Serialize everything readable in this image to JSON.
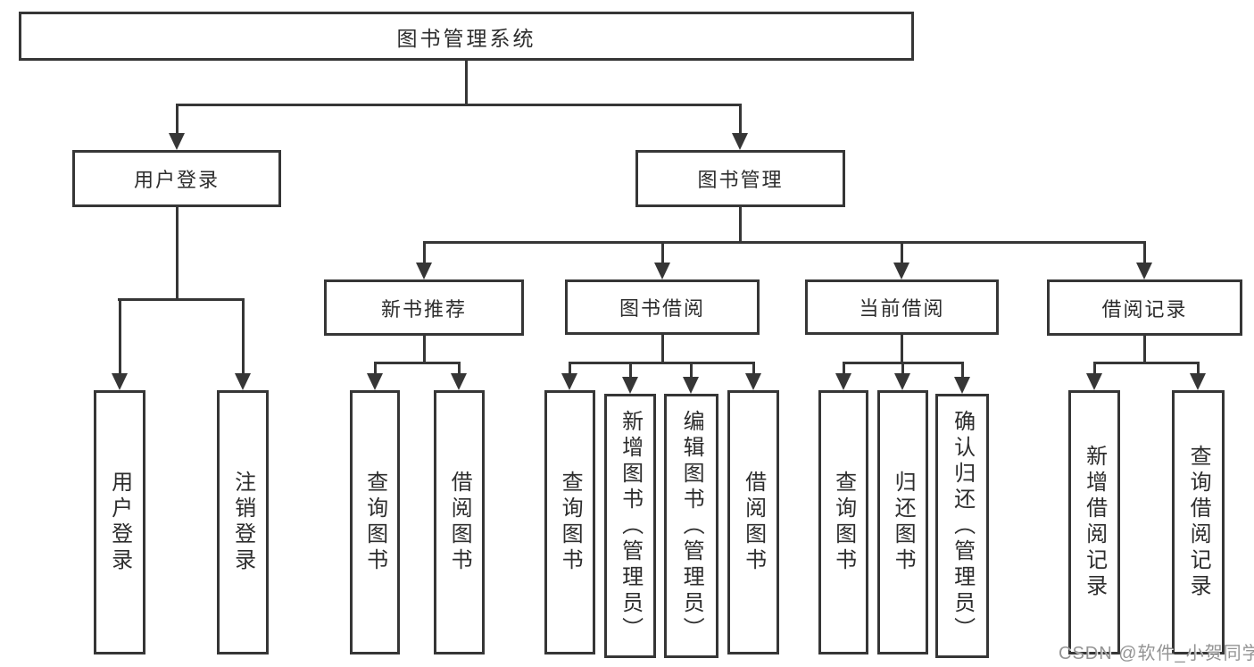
{
  "diagram": {
    "title": "图书管理系统",
    "root": {
      "label": "图书管理系统"
    },
    "level2": [
      {
        "label": "用户登录"
      },
      {
        "label": "图书管理"
      }
    ],
    "level3": [
      {
        "label": "新书推荐",
        "parent": "图书管理"
      },
      {
        "label": "图书借阅",
        "parent": "图书管理"
      },
      {
        "label": "当前借阅",
        "parent": "图书管理"
      },
      {
        "label": "借阅记录",
        "parent": "图书管理"
      }
    ],
    "leaves": [
      {
        "label": "用户登录",
        "parent": "用户登录"
      },
      {
        "label": "注销登录",
        "parent": "用户登录"
      },
      {
        "label": "查询图书",
        "parent": "新书推荐"
      },
      {
        "label": "借阅图书",
        "parent": "新书推荐"
      },
      {
        "label": "查询图书",
        "parent": "图书借阅"
      },
      {
        "label": "新增图书（管理员）",
        "parent": "图书借阅"
      },
      {
        "label": "编辑图书（管理员）",
        "parent": "图书借阅"
      },
      {
        "label": "借阅图书",
        "parent": "图书借阅"
      },
      {
        "label": "查询图书",
        "parent": "当前借阅"
      },
      {
        "label": "归还图书",
        "parent": "当前借阅"
      },
      {
        "label": "确认归还（管理员）",
        "parent": "当前借阅"
      },
      {
        "label": "新增借阅记录",
        "parent": "借阅记录"
      },
      {
        "label": "查询借阅记录",
        "parent": "借阅记录"
      }
    ]
  },
  "watermark": {
    "text": "CSDN @软件_小贺同学"
  },
  "colors": {
    "line": "#363636",
    "text": "#2d2d2d",
    "background": "#ffffff",
    "watermark": "#949494"
  }
}
